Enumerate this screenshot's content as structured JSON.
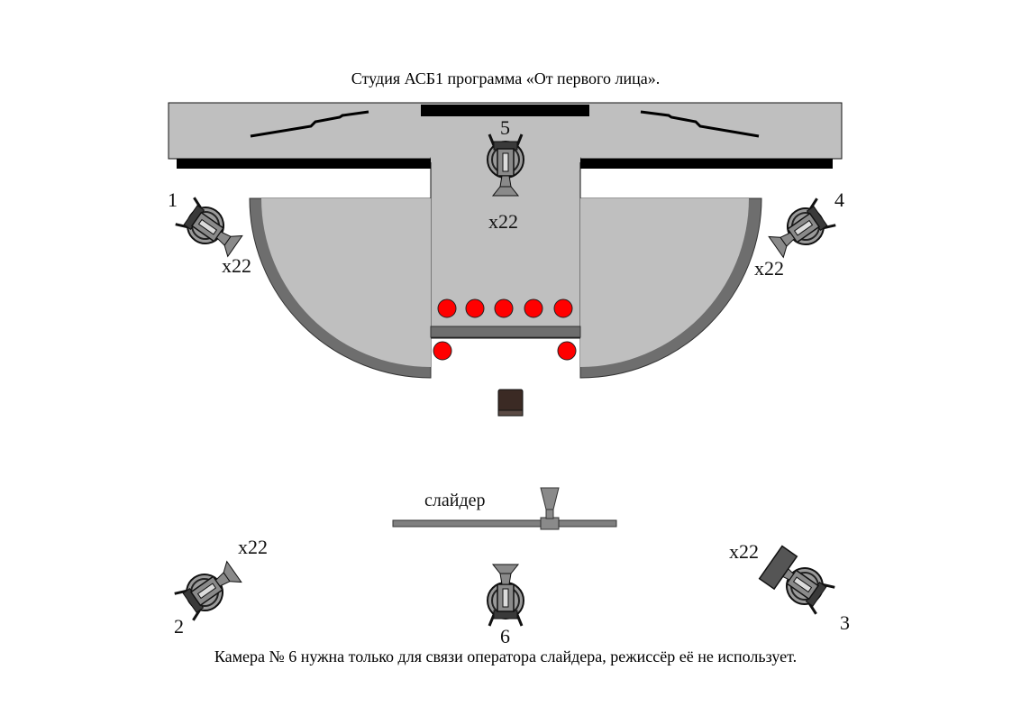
{
  "title": "Студия АСБ1 программа «От первого лица».",
  "footnote": "Камера № 6 нужна только для связи оператора слайдера, режиссёр её не использует.",
  "slider_label": "слайдер",
  "cameras": [
    {
      "number": "1",
      "zoom": "x22"
    },
    {
      "number": "2",
      "zoom": "x22"
    },
    {
      "number": "3",
      "zoom": "x22"
    },
    {
      "number": "4",
      "zoom": "x22"
    },
    {
      "number": "5",
      "zoom": "x22"
    },
    {
      "number": "6",
      "zoom": ""
    }
  ],
  "colors": {
    "stage": "#bfbfbf",
    "rim": "#6e6e6e",
    "screen": "#000000",
    "guest": "#ff0000",
    "chair": "#3b2a24",
    "camera_body": "#7f7f7f"
  }
}
